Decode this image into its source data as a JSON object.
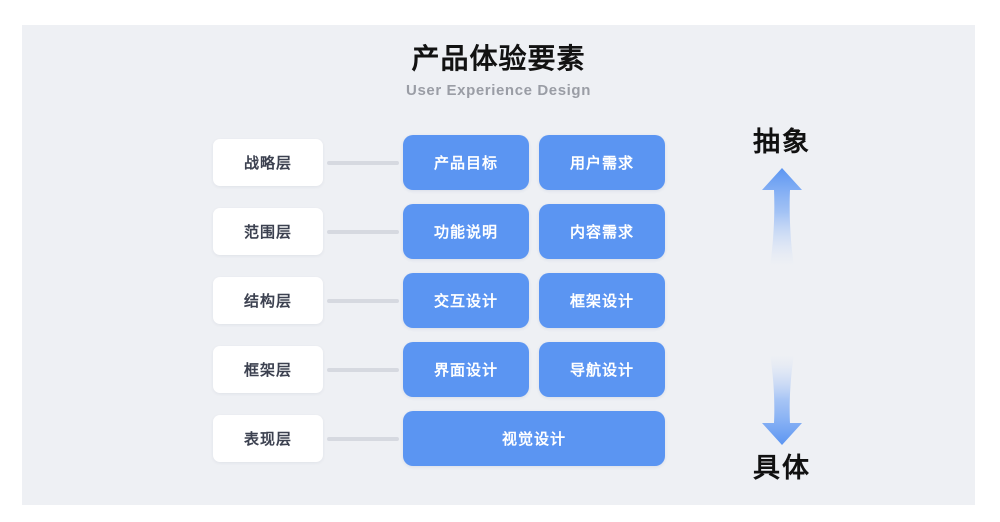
{
  "header": {
    "title": "产品体验要素",
    "subtitle": "User Experience Design"
  },
  "colors": {
    "canvas": "#eef0f4",
    "card_blue": "#5b95f2",
    "pill_white": "#ffffff",
    "connector_grey": "#d6d9e0",
    "title_black": "#121212",
    "subtitle_grey": "#9a9da5",
    "pill_text": "#3c4150"
  },
  "rows": [
    {
      "layer": "战略层",
      "cards": [
        "产品目标",
        "用户需求"
      ]
    },
    {
      "layer": "范围层",
      "cards": [
        "功能说明",
        "内容需求"
      ]
    },
    {
      "layer": "结构层",
      "cards": [
        "交互设计",
        "框架设计"
      ]
    },
    {
      "layer": "框架层",
      "cards": [
        "界面设计",
        "导航设计"
      ]
    },
    {
      "layer": "表现层",
      "cards": [
        "视觉设计"
      ]
    }
  ],
  "axis": {
    "top_label": "抽象",
    "bottom_label": "具体",
    "up_arrow_icon": "arrow-up-gradient-icon",
    "down_arrow_icon": "arrow-down-gradient-icon"
  }
}
